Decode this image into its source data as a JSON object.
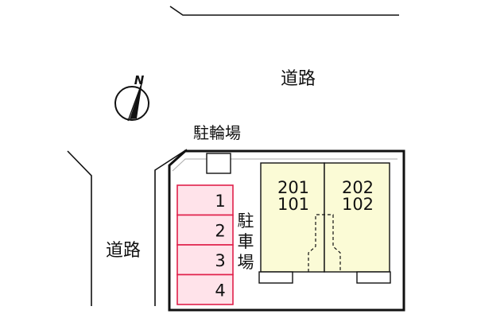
{
  "roads": {
    "top_label": "道路",
    "left_label": "道路"
  },
  "compass": {
    "north_label": "N"
  },
  "bicycle_parking": {
    "label": "駐輪場"
  },
  "parking": {
    "label_chars": [
      "駐",
      "車",
      "場"
    ],
    "spaces": [
      "1",
      "2",
      "3",
      "4"
    ],
    "fill_color": "#ffe3ea",
    "stroke_color": "#e0204a"
  },
  "building": {
    "units": [
      {
        "upper": "201",
        "lower": "101"
      },
      {
        "upper": "202",
        "lower": "102"
      }
    ],
    "fill_color": "#fbfbd6"
  }
}
